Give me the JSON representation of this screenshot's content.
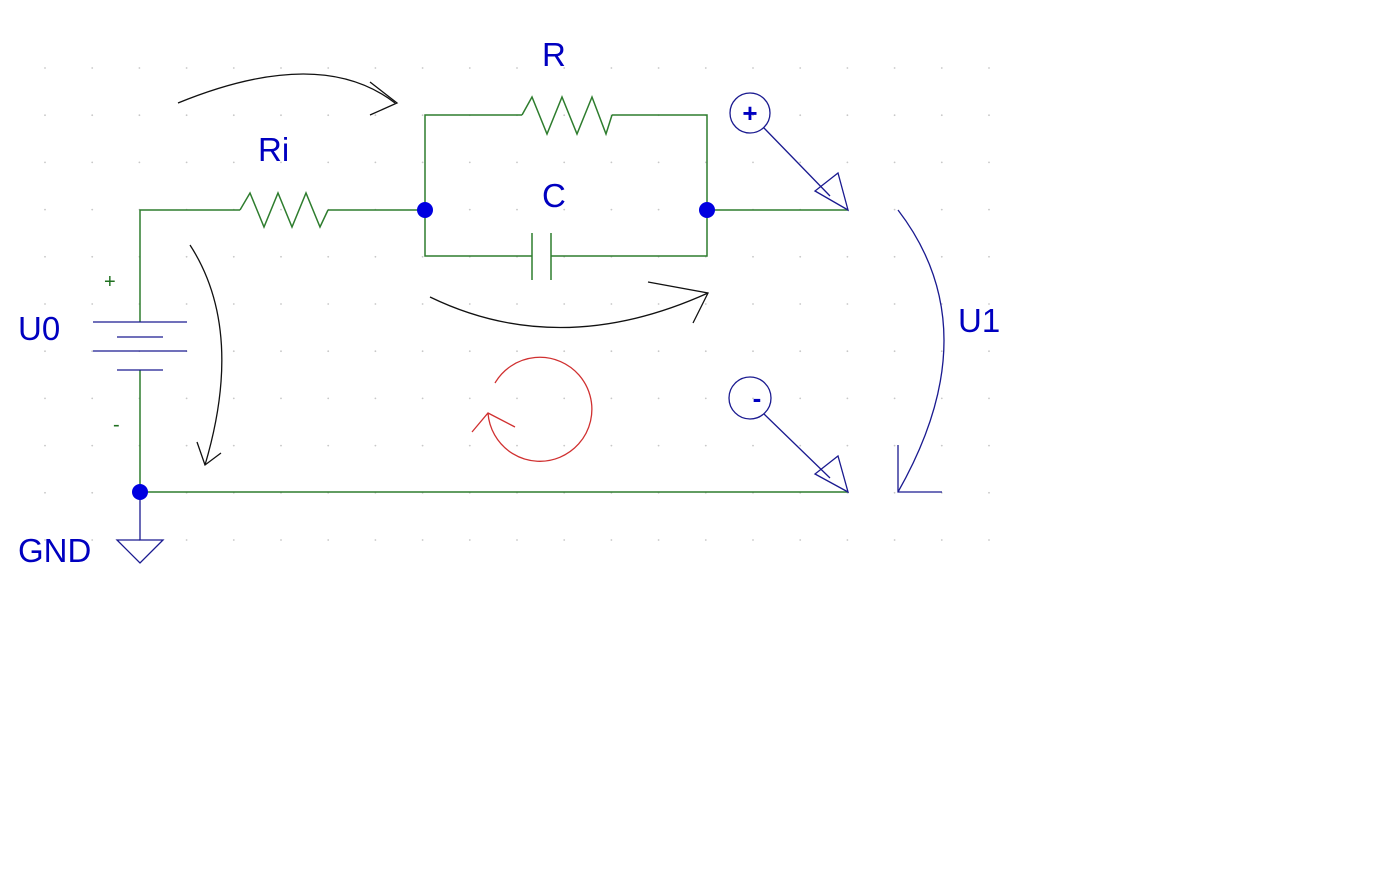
{
  "labels": {
    "ri": "Ri",
    "r": "R",
    "c": "C",
    "u0": "U0",
    "u1": "U1",
    "gnd": "GND",
    "battery_plus": "+",
    "battery_minus": "-",
    "probe_plus": "+",
    "probe_minus": "-"
  },
  "colors": {
    "wire": "#2e7d2e",
    "label": "#0000c0",
    "node": "#0000e0",
    "mesh_arrow": "#d03030"
  }
}
